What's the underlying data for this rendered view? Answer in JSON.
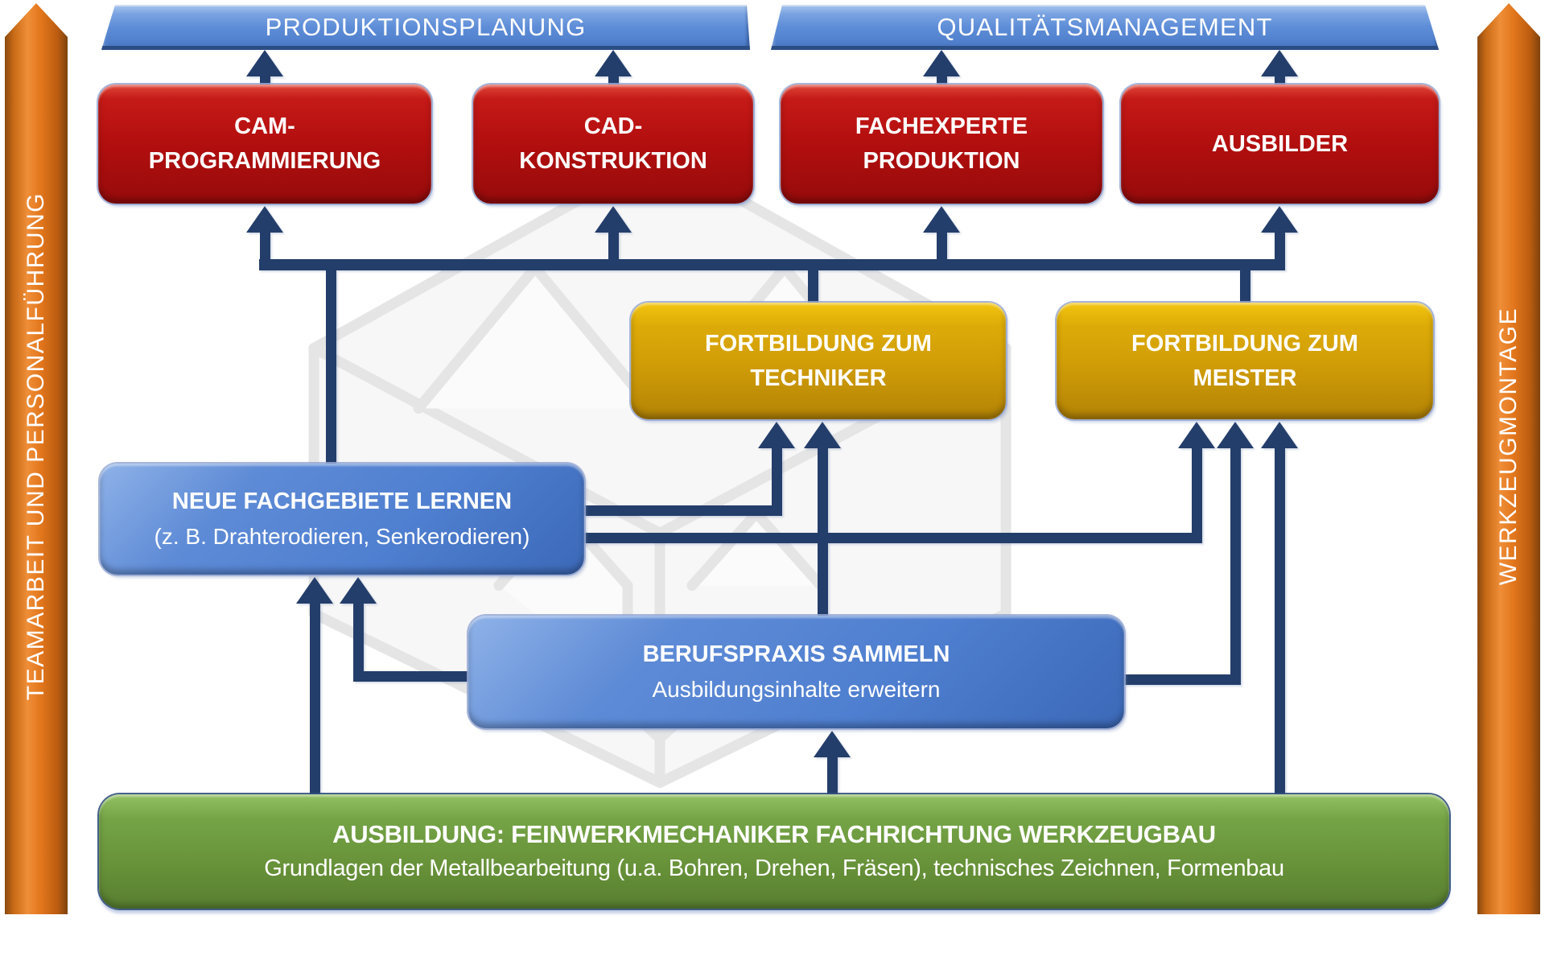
{
  "rails": {
    "left_label": "TEAMARBEIT UND PERSONALFÜHRUNG",
    "right_label": "WERKZEUGMONTAGE"
  },
  "banners": {
    "left": "PRODUKTIONSPLANUNG",
    "right": "QUALITÄTSMANAGEMENT"
  },
  "career_boxes": {
    "cam": {
      "line1": "CAM-",
      "line2": "PROGRAMMIERUNG"
    },
    "cad": {
      "line1": "CAD-",
      "line2": "KONSTRUKTION"
    },
    "fachexperte": {
      "line1": "FACHEXPERTE",
      "line2": "PRODUKTION"
    },
    "ausbilder": {
      "line1": "AUSBILDER"
    }
  },
  "fortbildung": {
    "techniker": {
      "line1": "FORTBILDUNG ZUM",
      "line2": "TECHNIKER"
    },
    "meister": {
      "line1": "FORTBILDUNG ZUM",
      "line2": "MEISTER"
    }
  },
  "development": {
    "neue_fachgebiete": {
      "line1": "NEUE FACHGEBIETE LERNEN",
      "line2": "(z. B. Drahterodieren, Senkerodieren)"
    },
    "berufspraxis": {
      "line1": "BERUFSPRAXIS SAMMELN",
      "line2": "Ausbildungsinhalte erweitern"
    }
  },
  "ausbildung": {
    "line1": "AUSBILDUNG: FEINWERKMECHANIKER FACHRICHTUNG WERKZEUGBAU",
    "line2": "Grundlagen der Metallbearbeitung (u.a. Bohren, Drehen, Fräsen), technisches Zeichnen, Formenbau"
  },
  "colors": {
    "connector_navy": "#243e6b",
    "career_red": "#b30f0f",
    "fortbildung_gold": "#cf9c07",
    "development_blue": "#4f7fd0",
    "ausbildung_green": "#689239",
    "banner_blue": "#5f8ed8",
    "rail_orange": "#e2761c"
  }
}
